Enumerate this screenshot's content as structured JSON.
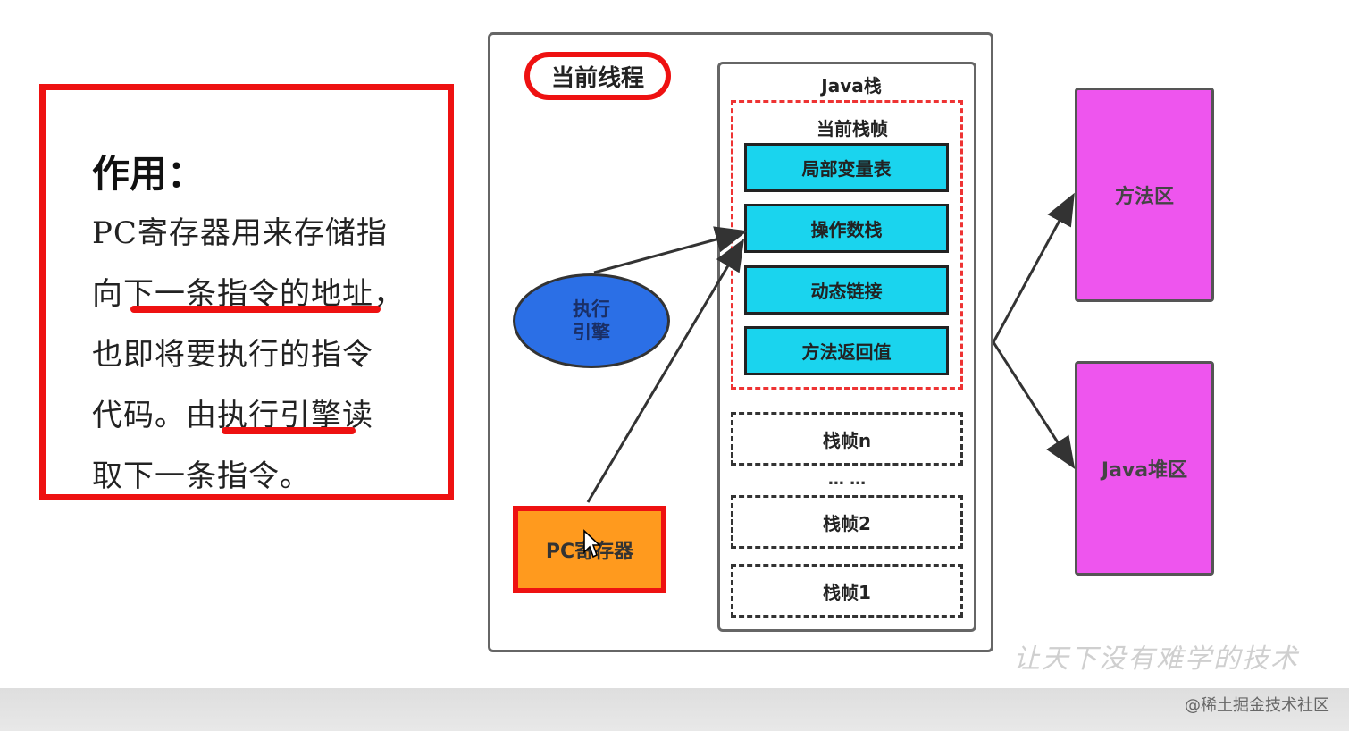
{
  "explanation": {
    "title": "作用：",
    "lines": [
      "PC寄存器用来存储指",
      "向下一条指令的地址，",
      "也即将要执行的指令",
      "代码。由执行引擎读",
      "取下一条指令。"
    ]
  },
  "thread": {
    "label": "当前线程"
  },
  "java_stack": {
    "title": "Java栈",
    "current_frame": {
      "title": "当前栈帧",
      "items": [
        "局部变量表",
        "操作数栈",
        "动态链接",
        "方法返回值"
      ]
    },
    "frames": [
      "栈帧n",
      "栈帧2",
      "栈帧1"
    ],
    "ellipsis": "… …"
  },
  "execution_engine": {
    "line1": "执行",
    "line2": "引擎"
  },
  "pc_register": {
    "label": "PC寄存器"
  },
  "memory_areas": [
    "方法区",
    "Java堆区"
  ],
  "watermark": "让天下没有难学的技术",
  "credit": "@稀土掘金技术社区",
  "colors": {
    "highlight_red": "#ee1111",
    "frame_cyan": "#1ad4ee",
    "engine_blue": "#2b6fe6",
    "pc_orange": "#ff9a1e",
    "memory_magenta": "#ee55ee"
  }
}
